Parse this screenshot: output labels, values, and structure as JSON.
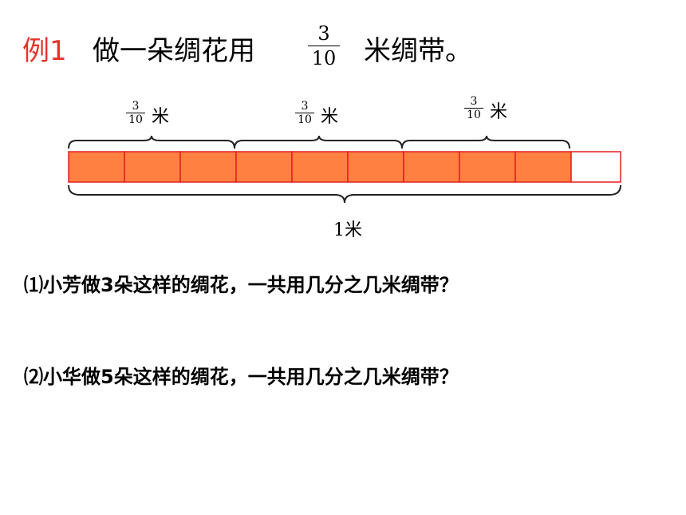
{
  "title": {
    "example_label": "例1",
    "text_before": "做一朵绸花用",
    "fraction": {
      "numerator": "3",
      "denominator": "10"
    },
    "text_after": "米绸带。"
  },
  "diagram": {
    "segment_labels": [
      {
        "numerator": "3",
        "denominator": "10",
        "unit": "米"
      },
      {
        "numerator": "3",
        "denominator": "10",
        "unit": "米"
      },
      {
        "numerator": "3",
        "denominator": "10",
        "unit": "米"
      }
    ],
    "total_label": "1米",
    "total_cells": 10,
    "filled_cells": 9,
    "colors": {
      "fill": "#ff8040",
      "empty": "#ffffff",
      "stroke": "#e02020"
    }
  },
  "questions": [
    "⑴小芳做3朵这样的绸花，一共用几分之几米绸带？",
    "⑵小华做5朵这样的绸花，一共用几分之几米绸带？"
  ]
}
